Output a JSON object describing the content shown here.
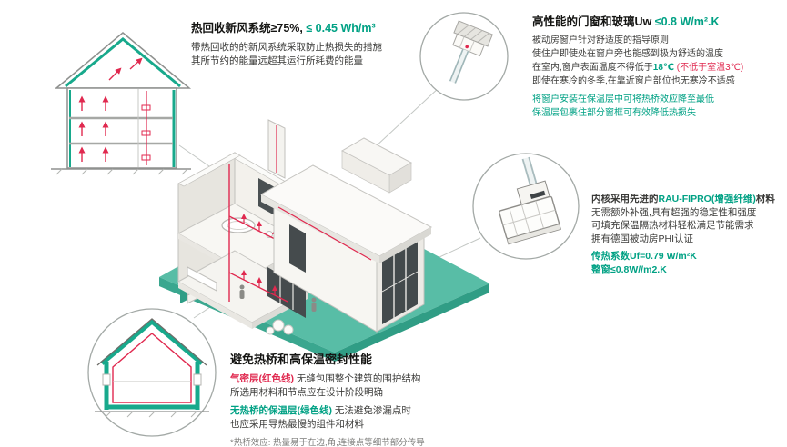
{
  "colors": {
    "teal_accent": "#18a98c",
    "green_text": "#00a184",
    "red_accent": "#e0294f",
    "platform_teal": "#58bda6",
    "glazing_dark": "#434a4c"
  },
  "heat_recovery": {
    "title_black": "热回收新风系统≥75%, ",
    "title_green": "≤ 0.45 Wh/m³",
    "line1": "带热回收的的新风系统采取防止热损失的措施",
    "line2": "其所节约的能量远超其运行所耗费的能量"
  },
  "windows": {
    "title_black": "高性能的门窗和玻璃Uw ",
    "title_green": "≤0.8 W/m².K",
    "line1": "被动房窗户针对舒适度的指导原则",
    "line2": "使住户即使处在窗户旁也能感到极为舒适的温度",
    "line3_pre": "在室内,窗户表面温度不得低于",
    "line3_temp": "18℃",
    "line3_note": " (不低于室温3℃)",
    "line4": "即使在寒冷的冬季,在靠近窗户部位也无寒冷不适感",
    "line5": "将窗户安装在保温层中可将热桥效应降至最低",
    "line6": "保温层包裹住部分窗框可有效降低热损失"
  },
  "profile": {
    "line1_pre": "内核采用先进的",
    "line1_highlight": "RAU-FIPRO(增强纤维)",
    "line1_post": "材料",
    "line2": "无需额外补强,具有超强的稳定性和强度",
    "line3": "可填充保温隔热材料轻松满足节能需求",
    "line4": "拥有德国被动房PHI认证",
    "line5": "传热系数Uf=0.79 W/m²K",
    "line6": "整窗≤0.8W//m2.K"
  },
  "thermal": {
    "title": "避免热桥和高保温密封性能",
    "line1_label": "气密层(红色线)",
    "line1_rest": " 无缝包围整个建筑的围护结构",
    "line2": "所选用材料和节点应在设计阶段明确",
    "line3_label": "无热桥的保温层(绿色线)",
    "line3_rest": " 无法避免渗漏点时",
    "line4": "也应采用导热最慢的组件和材料",
    "note": "*热桥效应: 热量易于在边,角,连接点等细节部分传导"
  }
}
